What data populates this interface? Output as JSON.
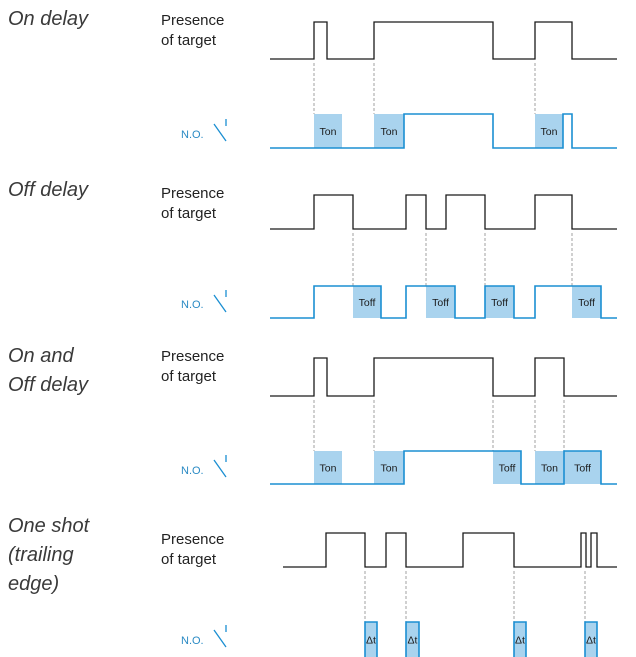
{
  "labels": {
    "presence_line1": "Presence",
    "presence_line2": "of target",
    "no_label": "N.O."
  },
  "colors": {
    "target_wave": "#1a1a1a",
    "output_wave": "#1b8fd2",
    "timer_box": "#a9d3ee",
    "no_text": "#2a8ac4"
  },
  "panels": [
    {
      "id": "on-delay",
      "title_lines": [
        "On delay"
      ],
      "boxes": [
        {
          "label": "Ton"
        },
        {
          "label": "Ton"
        },
        {
          "label": "Ton"
        }
      ]
    },
    {
      "id": "off-delay",
      "title_lines": [
        "Off delay"
      ],
      "boxes": [
        {
          "label": "Toff"
        },
        {
          "label": "Toff"
        },
        {
          "label": "Toff"
        },
        {
          "label": "Toff"
        }
      ]
    },
    {
      "id": "on-and-off-delay",
      "title_lines": [
        "On and",
        "Off delay"
      ],
      "boxes": [
        {
          "label": "Ton"
        },
        {
          "label": "Ton"
        },
        {
          "label": "Toff"
        },
        {
          "label": "Ton"
        },
        {
          "label": "Toff"
        }
      ]
    },
    {
      "id": "one-shot",
      "title_lines": [
        "One shot",
        "(trailing",
        "edge)"
      ],
      "boxes": [
        {
          "label": "Δt"
        },
        {
          "label": "Δt"
        },
        {
          "label": "Δt"
        },
        {
          "label": "Δt"
        }
      ]
    }
  ]
}
